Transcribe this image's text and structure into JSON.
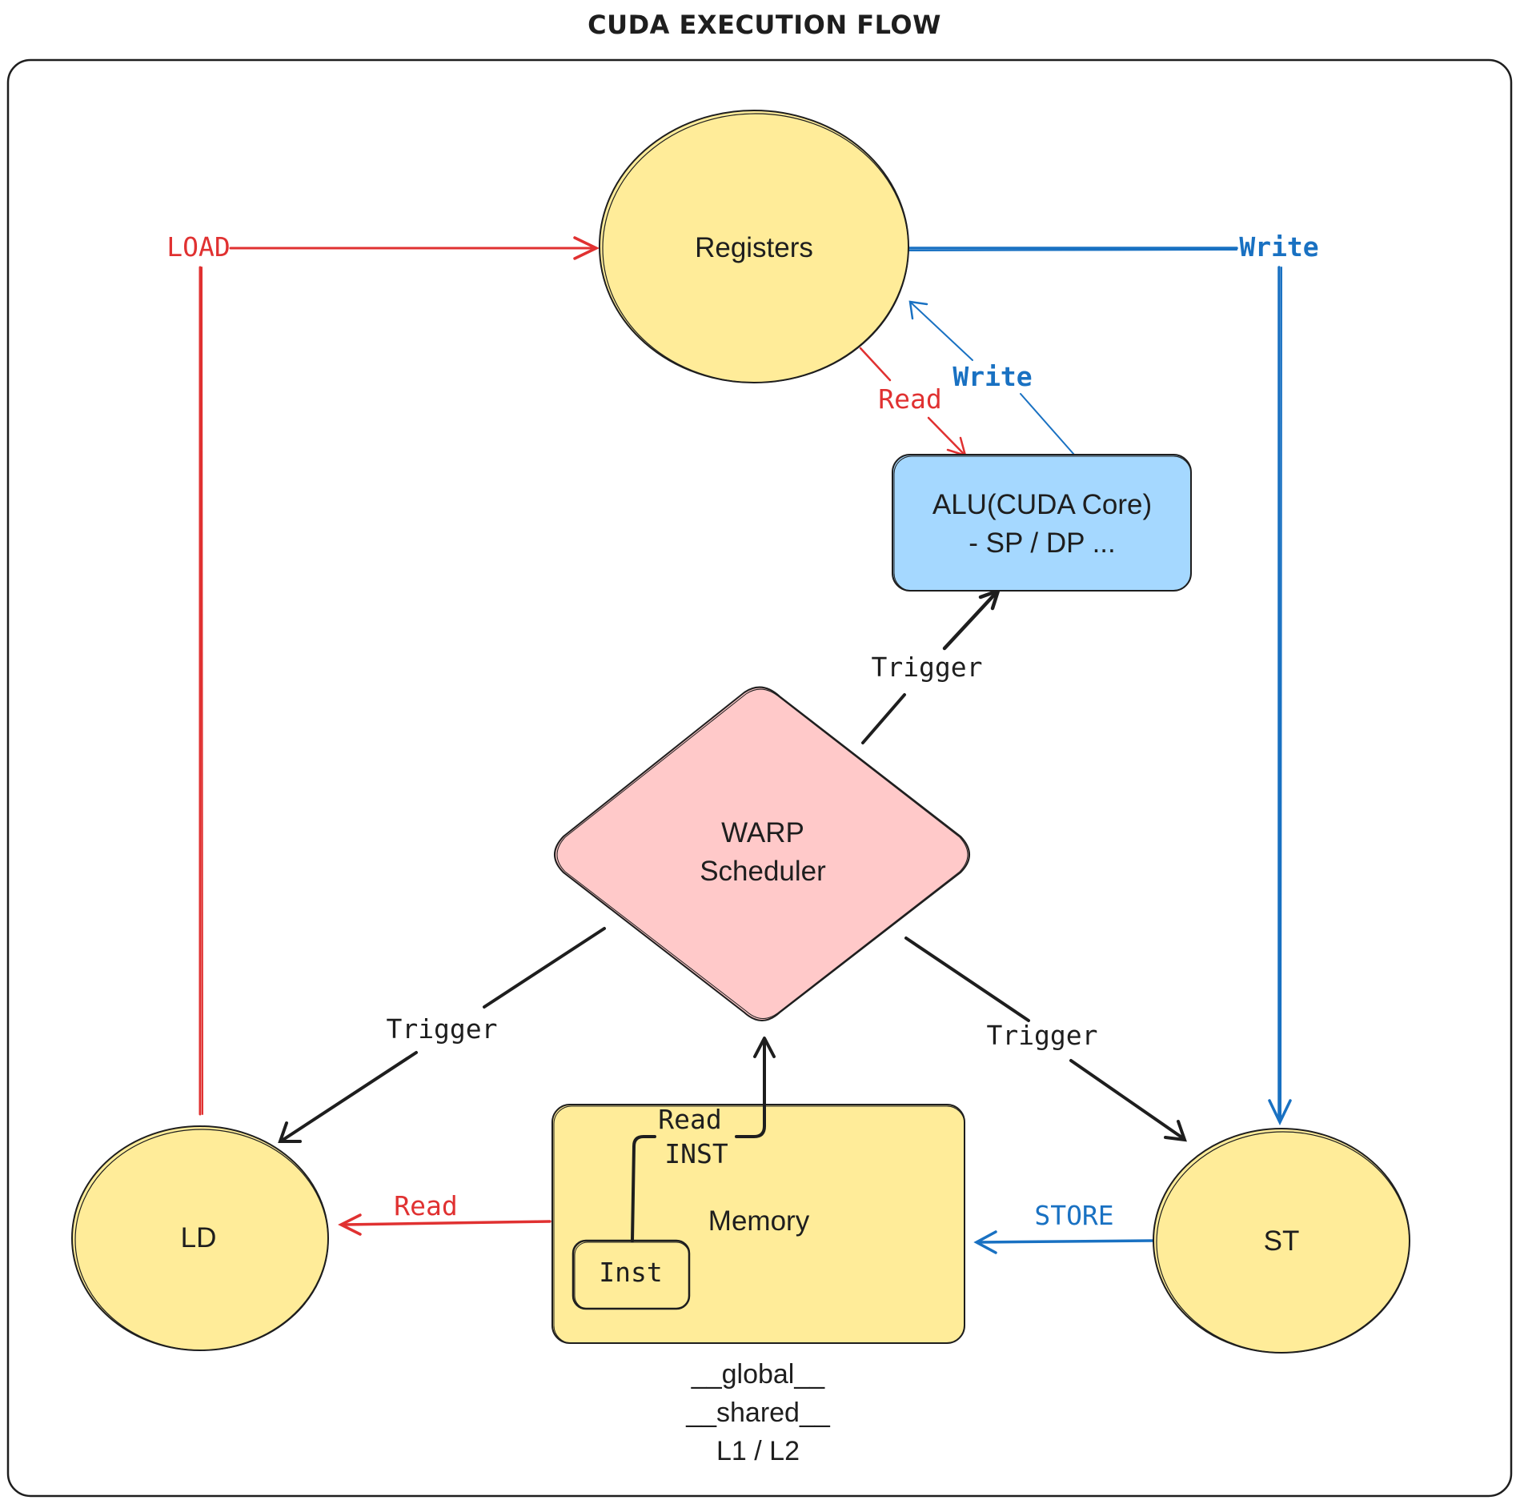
{
  "title": "CUDA EXECUTION FLOW",
  "colors": {
    "red": "#e03131",
    "blue": "#1971c2",
    "black": "#1e1e1e",
    "yellow_fill": "#ffec99",
    "blue_fill": "#a5d8ff",
    "pink_fill": "#ffc9c9"
  },
  "nodes": {
    "registers": "Registers",
    "alu_line1": "ALU(CUDA Core)",
    "alu_line2": "- SP / DP ...",
    "warp_line1": "WARP",
    "warp_line2": "Scheduler",
    "memory": "Memory",
    "inst": "Inst",
    "ld": "LD",
    "st": "ST"
  },
  "memory_caption": [
    "__global__",
    "__shared__",
    "L1 / L2"
  ],
  "edges": {
    "load": "LOAD",
    "write_top": "Write",
    "write_alu": "Write",
    "read_alu": "Read",
    "trigger_alu": "Trigger",
    "trigger_ld": "Trigger",
    "trigger_st": "Trigger",
    "read_inst_line1": "Read",
    "read_inst_line2": "INST",
    "read_ld": "Read",
    "store": "STORE"
  }
}
